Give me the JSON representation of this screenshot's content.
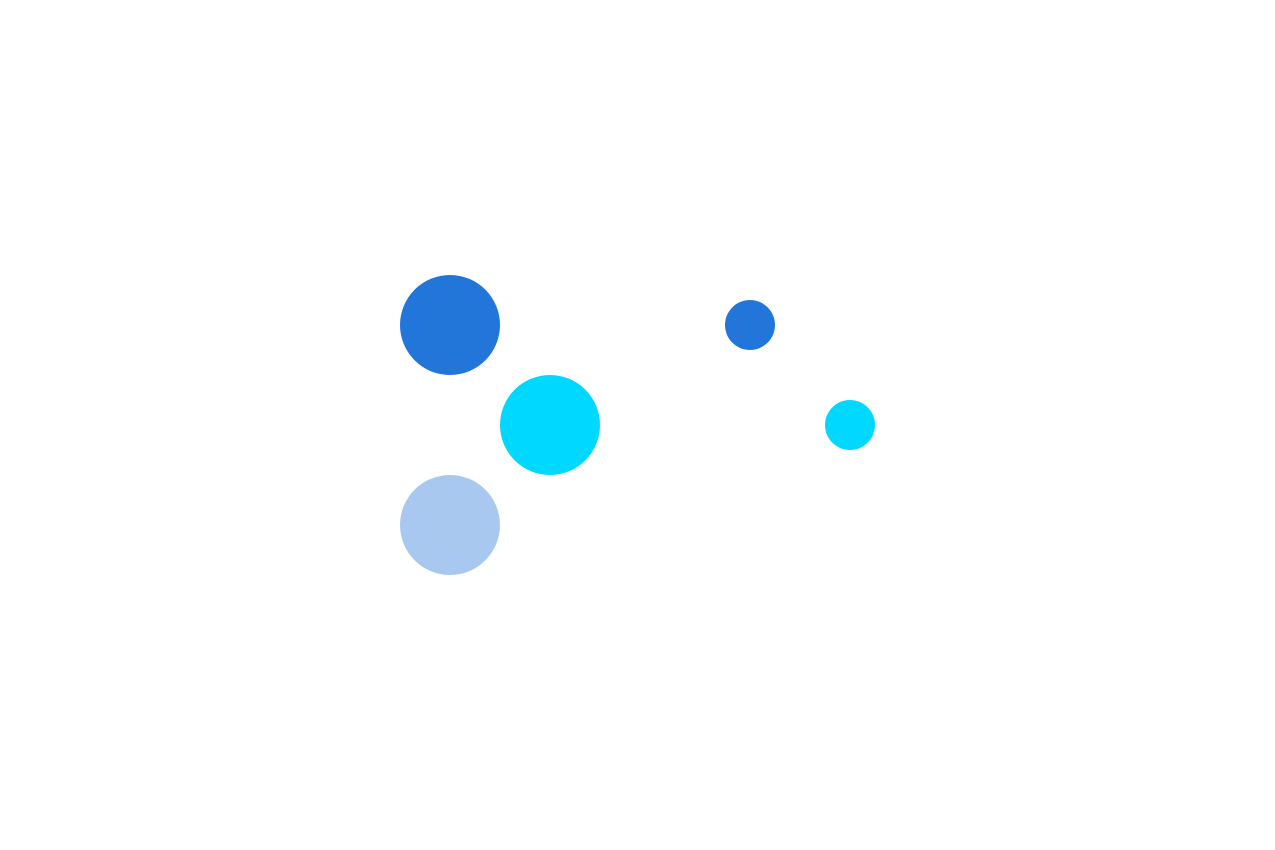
{
  "colors": {
    "primary": "#2276d9",
    "accent": "#00d8ff",
    "light": "#a8c8f0"
  },
  "dots": [
    {
      "name": "large-dot-dark-blue",
      "color": "primary"
    },
    {
      "name": "large-dot-cyan",
      "color": "accent"
    },
    {
      "name": "large-dot-light-blue",
      "color": "light"
    },
    {
      "name": "small-dot-dark-blue",
      "color": "primary"
    },
    {
      "name": "small-dot-cyan",
      "color": "accent"
    }
  ]
}
